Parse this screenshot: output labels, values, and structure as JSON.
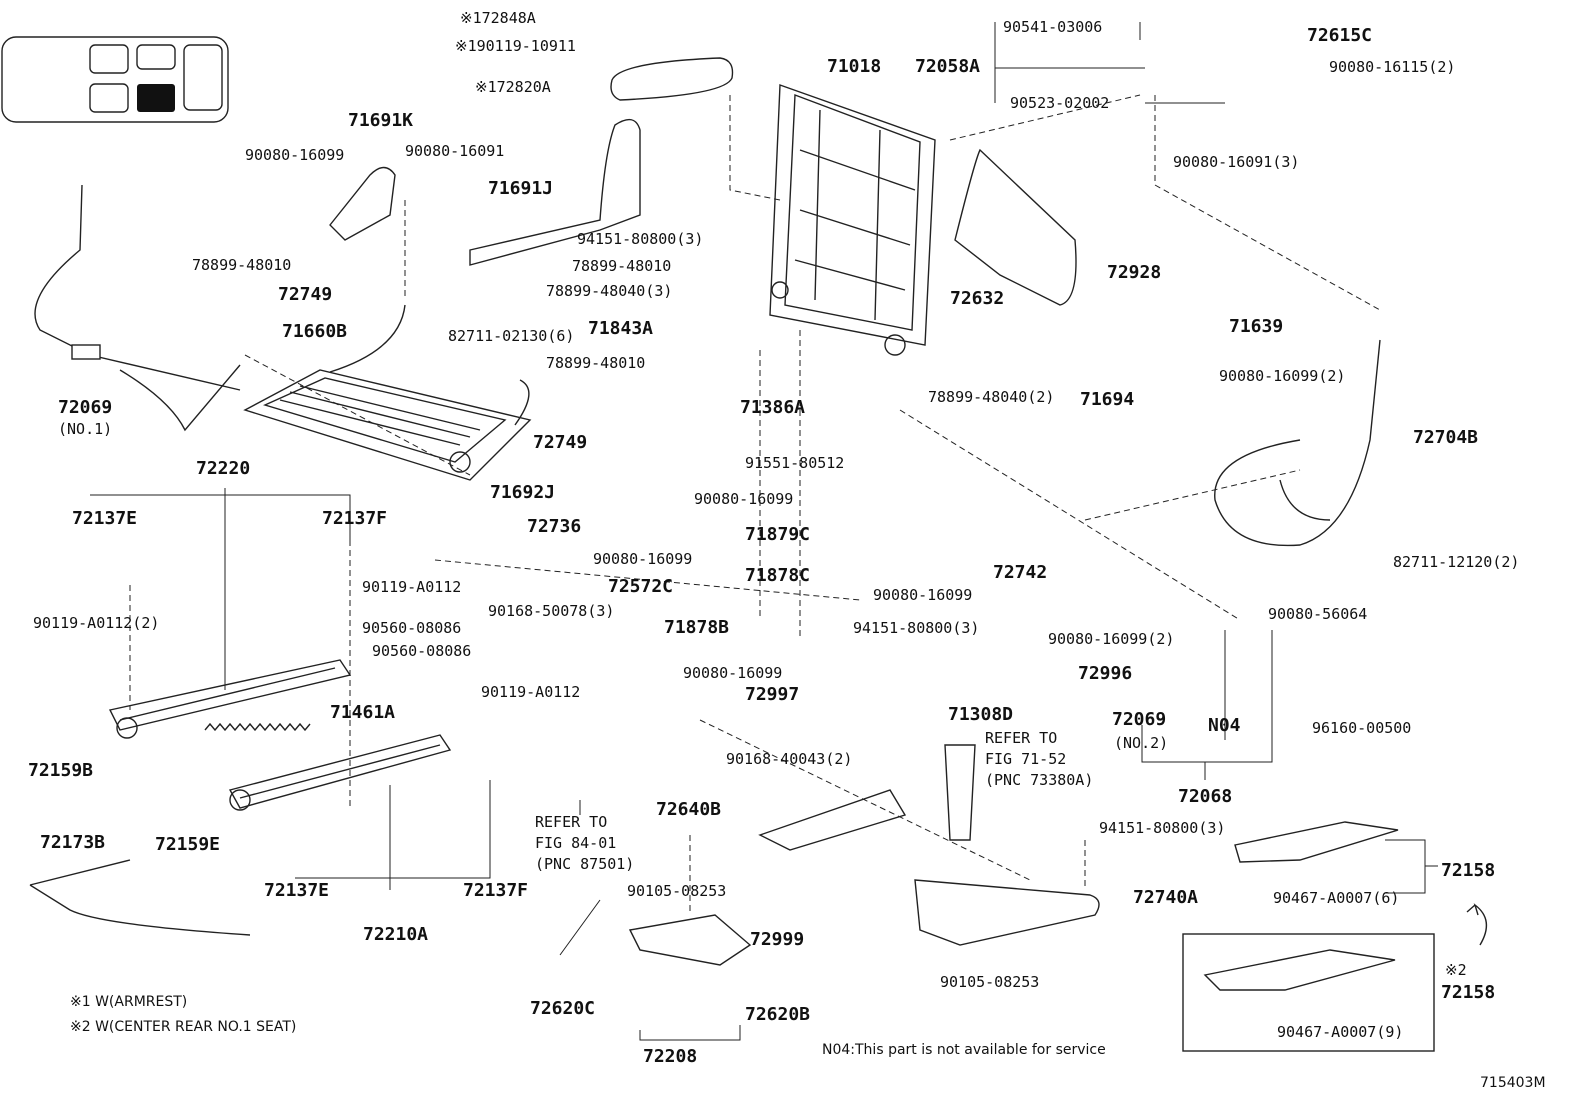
{
  "diagram_id": "715403M",
  "notes": {
    "n1": "※1 W(ARMREST)",
    "n2": "※2 W(CENTER REAR NO.1 SEAT)",
    "n04": "N04:This part is not available for service"
  },
  "refs": {
    "fig84_a": "REFER TO",
    "fig84_b": "FIG 84-01",
    "fig84_c": "(PNC 87501)",
    "fig71_a": "REFER TO",
    "fig71_b": "FIG 71-52",
    "fig71_c": "(PNC 73380A)"
  },
  "labels": {
    "p172848A": "※172848A",
    "p190119": "※190119-10911",
    "p172820A": "※172820A",
    "p71018": "71018",
    "p72058A": "72058A",
    "p9054103006": "90541-03006",
    "p72615C": "72615C",
    "p9008016115": "90080-16115(2)",
    "p9052302002": "90523-02002",
    "p71691K": "71691K",
    "p9008016099a": "90080-16099",
    "p9008016091": "90080-16091",
    "p71691J": "71691J",
    "p9008016091x3": "90080-16091(3)",
    "p9415180800x3a": "94151-80800(3)",
    "p7889948010a": "78899-48010",
    "p7889948010b": "78899-48010",
    "p72749a": "72749",
    "p7889948040x3": "78899-48040(3)",
    "p72928": "72928",
    "p72632": "72632",
    "p71660B": "71660B",
    "p8271102130": "82711-02130(6)",
    "p71843A": "71843A",
    "p7889948010c": "78899-48010",
    "p71639": "71639",
    "p72069a": "72069",
    "p72069a_no": "(NO.1)",
    "p72749b": "72749",
    "p71386A": "71386A",
    "p7889948040x2": "78899-48040(2)",
    "p71694": "71694",
    "p9008016099x2a": "90080-16099(2)",
    "p72220": "72220",
    "p9155180512": "91551-80512",
    "p72704B": "72704B",
    "p71692J": "71692J",
    "p72137E_a": "72137E",
    "p72137F_a": "72137F",
    "p72736": "72736",
    "p9008016099b": "90080-16099",
    "p9008016099c": "90080-16099",
    "p71879C": "71879C",
    "p9011900112a": "90119-A0112",
    "p72572C": "72572C",
    "p9016850078": "90168-50078(3)",
    "p71878C": "71878C",
    "p9008016099d": "90080-16099",
    "p72742": "72742",
    "p8271112120": "82711-12120(2)",
    "p9011900112x2": "90119-A0112(2)",
    "p9056008086a": "90560-08086",
    "p9056008086b": "90560-08086",
    "p71878B": "71878B",
    "p9415180800x3b": "94151-80800(3)",
    "p9008016099x2b": "90080-16099(2)",
    "p9008056064": "90080-56064",
    "p9011900112b": "90119-A0112",
    "p9008016099e": "90080-16099",
    "p72996": "72996",
    "p72997": "72997",
    "p71461A": "71461A",
    "p71308D": "71308D",
    "p72069b": "72069",
    "p72069b_no": "(NO.2)",
    "pN04": "N04",
    "p9616000500": "96160-00500",
    "p72159B": "72159B",
    "p9016840043": "90168-40043(2)",
    "p72068": "72068",
    "p72159E": "72159E",
    "p72640B": "72640B",
    "p72173B": "72173B",
    "p9415180800x3c": "94151-80800(3)",
    "p72158a": "72158",
    "p9010508253a": "90105-08253",
    "p72137E_b": "72137E",
    "p72137F_b": "72137F",
    "p72740A": "72740A",
    "p9046700007x6": "90467-A0007(6)",
    "p72210A": "72210A",
    "p72999": "72999",
    "p9010508253b": "90105-08253",
    "p72620C": "72620C",
    "p72620B": "72620B",
    "p72208": "72208",
    "pMark2": "※2",
    "p72158b": "72158",
    "p9046700007x9": "90467-A0007(9)"
  }
}
